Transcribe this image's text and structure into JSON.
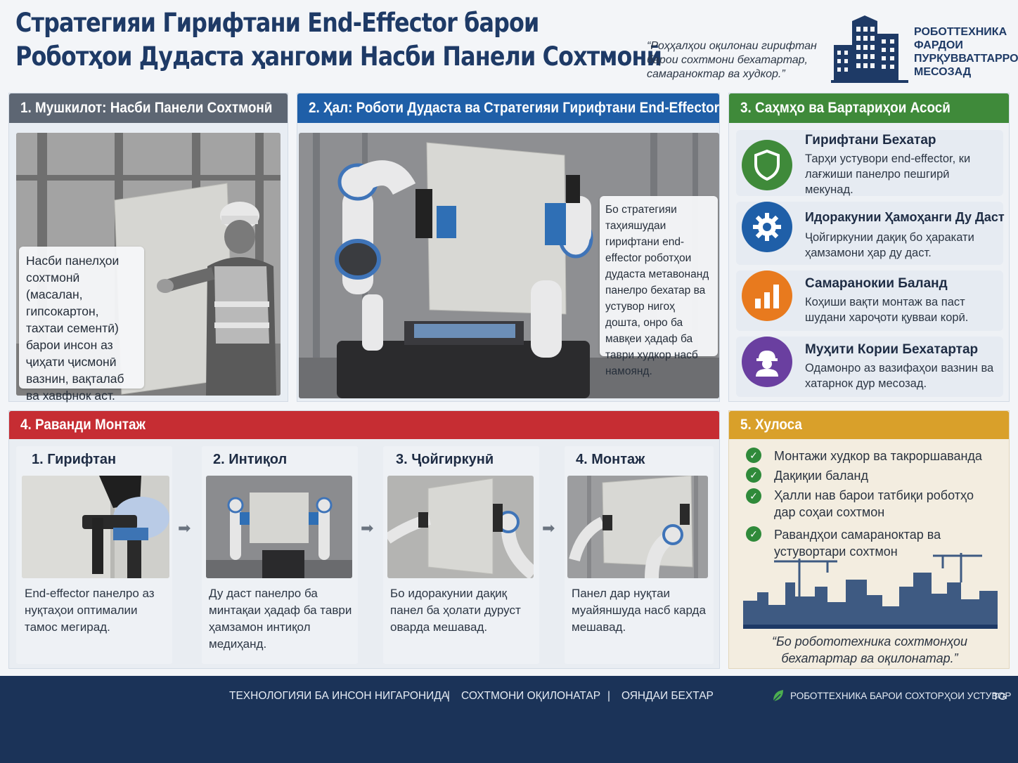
{
  "header": {
    "title_line1": "Стратегияи Гирифтани End-Effector барои",
    "title_line2": "Роботҳои Дудаста ҳангоми Насби Панели Сохтмонӣ",
    "quote": "“Роҳҳалҳои оқилонаи гирифтан барои сохтмони бехатартар, самараноктар ва худкор.”",
    "brand": [
      "РОБОТТЕХНИКА",
      "ФАРДОИ",
      "ПУРҚУВВАТТАРРО",
      "МЕСОЗАД"
    ]
  },
  "section1": {
    "heading": "1. Мушкилот: Насби Панели Сохтмонӣ",
    "callout": "Насби панелҳои сохтмонӣ (масалан, гипсокартон, тахтаи сементӣ) барои инсон аз ҷиҳати ҷисмонӣ вазнин, вақталаб ва хавфнок аст."
  },
  "section2": {
    "heading": "2. Ҳал: Роботи Дудаста ва Стратегияи Гирифтани End-Effector",
    "callout": "Бо стратегияи таҳияшудаи гирифтани end-effector роботҳои дудаста метавонанд панелро бехатар ва устувор нигоҳ дошта, онро ба мавқеи ҳадаф ба таври худкор насб намоянд."
  },
  "section3": {
    "heading": "3. Саҳмҳо ва Бартариҳои Асосӣ",
    "benefits": [
      {
        "title": "Гирифтани Бехатар",
        "desc": "Тарҳи устувори end-effector, ки лағжиши панелро пешгирӣ мекунад.",
        "icon": "shield-icon",
        "color": "#3f8a3a"
      },
      {
        "title": "Идоракунии Ҳамоҳанги Ду Даст",
        "desc": "Ҷойгиркунии дақиқ бо ҳаракати ҳамзамони ҳар ду даст.",
        "icon": "gear-icon",
        "color": "#1f5fa8"
      },
      {
        "title": "Самаранокии Баланд",
        "desc": "Коҳиши вақти монтаж ва паст шудани хароҷоти қувваи корӣ.",
        "icon": "bar-chart-icon",
        "color": "#e87a1e"
      },
      {
        "title": "Муҳити Кории Бехатартар",
        "desc": "Одамонро аз вазифаҳои вазнин ва хатарнок дур месозад.",
        "icon": "worker-icon",
        "color": "#6a3fa0"
      }
    ]
  },
  "section4": {
    "heading": "4. Раванди Монтаж",
    "steps": [
      {
        "title": "1. Гирифтан",
        "desc": "End-effector панелро аз нуқтаҳои оптималии тамос мегирад."
      },
      {
        "title": "2. Интиқол",
        "desc": "Ду даст панелро ба минтақаи ҳадаф ба таври ҳамзамон интиқол медиҳанд."
      },
      {
        "title": "3. Ҷойгиркунӣ",
        "desc": "Бо идоракунии дақиқ панел ба ҳолати дуруст оварда мешавад."
      },
      {
        "title": "4. Монтаж",
        "desc": "Панел дар нуқтаи муайяншуда насб карда мешавад."
      }
    ]
  },
  "section5": {
    "heading": "5. Хулоса",
    "items": [
      "Монтажи худкор ва такроршаванда",
      "Дақиқии баланд",
      "Ҳалли нав барои татбиқи роботҳо дар соҳаи сохтмон",
      "Равандҳои самараноктар ва устувортари сохтмон"
    ],
    "quote": "“Бо робототехника сохтмонҳои бехатартар ва оқилонатар.”"
  },
  "footer": {
    "items": [
      "ТЕХНОЛОГИЯИ БА ИНСОН НИГАРОНИДА",
      "СОХТМОНИ ОҚИЛОНАТАР",
      "ОЯНДАИ БЕХТАР"
    ],
    "separator": "|",
    "right": "РОБОТТЕХНИКА БАРОИ СОХТОРҲОИ УСТУВОР",
    "tag": "TG"
  },
  "colors": {
    "navy": "#1e3a66",
    "sec1": "#5d6673",
    "sec2": "#1f5fa8",
    "sec3": "#3f8a3a",
    "sec4": "#c62d33",
    "sec5": "#d9a02a",
    "footer": "#1b3358"
  }
}
